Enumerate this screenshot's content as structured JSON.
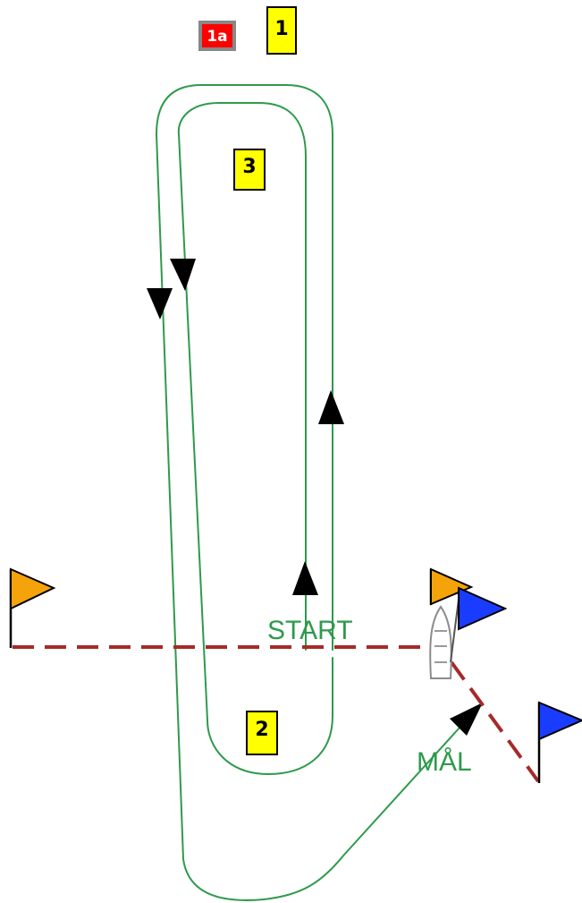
{
  "marks": [
    {
      "id": "1a",
      "label": "1a",
      "color": "#ff0000",
      "border": "#888888"
    },
    {
      "id": "1",
      "label": "1",
      "color": "#ffff00"
    },
    {
      "id": "3",
      "label": "3",
      "color": "#ffff00"
    },
    {
      "id": "2",
      "label": "2",
      "color": "#ffff00"
    }
  ],
  "labels": {
    "start": "START",
    "finish": "MÅL"
  },
  "colors": {
    "route": "#2e9a4c",
    "start_finish_line": "#a52a2a",
    "flag_orange": "#f5a30a",
    "flag_blue": "#1a3cff",
    "mark_yellow": "#ffff00",
    "mark_red": "#ff0000",
    "arrow": "#000000",
    "text_green": "#2e9a4c"
  },
  "icons": {
    "start_flag": "orange-flag-icon",
    "finish_flag": "blue-flag-icon",
    "committee_boat": "boat-icon",
    "direction_arrow": "arrowhead-icon"
  }
}
